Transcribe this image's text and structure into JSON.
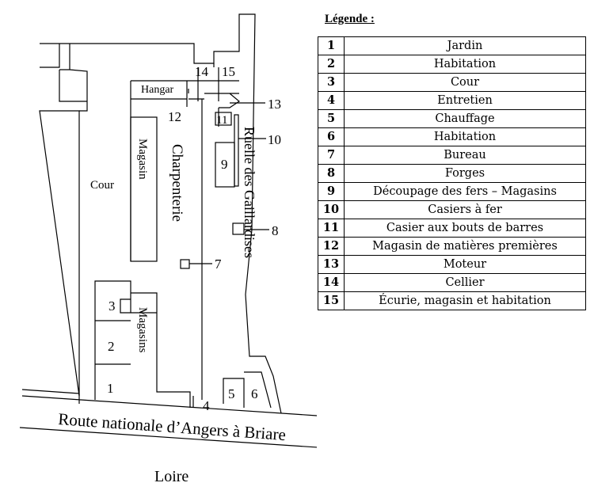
{
  "legend": {
    "title": "Légende :",
    "items": [
      {
        "num": "1",
        "label": "Jardin"
      },
      {
        "num": "2",
        "label": "Habitation"
      },
      {
        "num": "3",
        "label": "Cour"
      },
      {
        "num": "4",
        "label": "Entretien"
      },
      {
        "num": "5",
        "label": "Chauffage"
      },
      {
        "num": "6",
        "label": "Habitation"
      },
      {
        "num": "7",
        "label": "Bureau"
      },
      {
        "num": "8",
        "label": "Forges"
      },
      {
        "num": "9",
        "label": "Découpage des fers – Magasins"
      },
      {
        "num": "10",
        "label": "Casiers à fer"
      },
      {
        "num": "11",
        "label": "Casier aux bouts de barres"
      },
      {
        "num": "12",
        "label": "Magasin de matières premières"
      },
      {
        "num": "13",
        "label": "Moteur"
      },
      {
        "num": "14",
        "label": "Cellier"
      },
      {
        "num": "15",
        "label": "Écurie, magasin et habitation"
      }
    ]
  },
  "plan": {
    "hangar": "Hangar",
    "cour": "Cour",
    "magasin": "Magasin",
    "charpenterie": "Charpenterie",
    "magasins": "Magasins",
    "ruelle": "Ruelle des Gaillardises",
    "route": "Route nationale d’Angers à Briare",
    "loire": "Loire",
    "n1": "1",
    "n2": "2",
    "n3": "3",
    "n4": "4",
    "n5": "5",
    "n6": "6",
    "n7": "7",
    "n8": "8",
    "n9": "9",
    "n10": "10",
    "n11": "11",
    "n12": "12",
    "n13": "13",
    "n14": "14",
    "n15": "15"
  }
}
